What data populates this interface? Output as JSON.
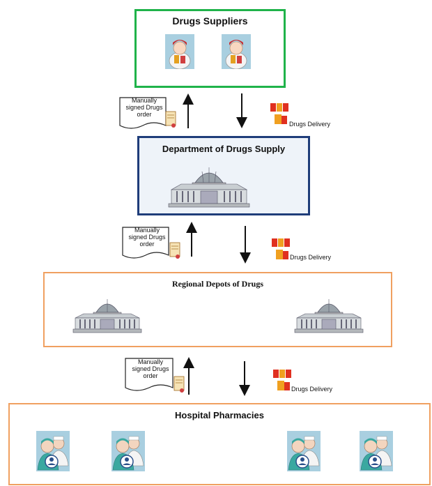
{
  "levels": {
    "suppliers": {
      "title": "Drugs Suppliers"
    },
    "department": {
      "title": "Department of Drugs Supply"
    },
    "depots": {
      "title": "Regional Depots of Drugs"
    },
    "pharmacies": {
      "title": "Hospital Pharmacies"
    }
  },
  "flows": [
    {
      "order_label": "Manually signed Drugs order",
      "delivery_label": "Drugs Delivery"
    },
    {
      "order_label": "Manually signed Drugs order",
      "delivery_label": "Drugs Delivery"
    },
    {
      "order_label": "Manually signed Drugs order",
      "delivery_label": "Drugs Delivery"
    }
  ],
  "colors": {
    "suppliers_border": "#1fb34a",
    "department_border": "#1f3d7a",
    "department_fill": "#eef3f9",
    "depots_border": "#f0a060",
    "pharmacies_border": "#f0a060",
    "icon_bg": "#a9cfe0"
  }
}
